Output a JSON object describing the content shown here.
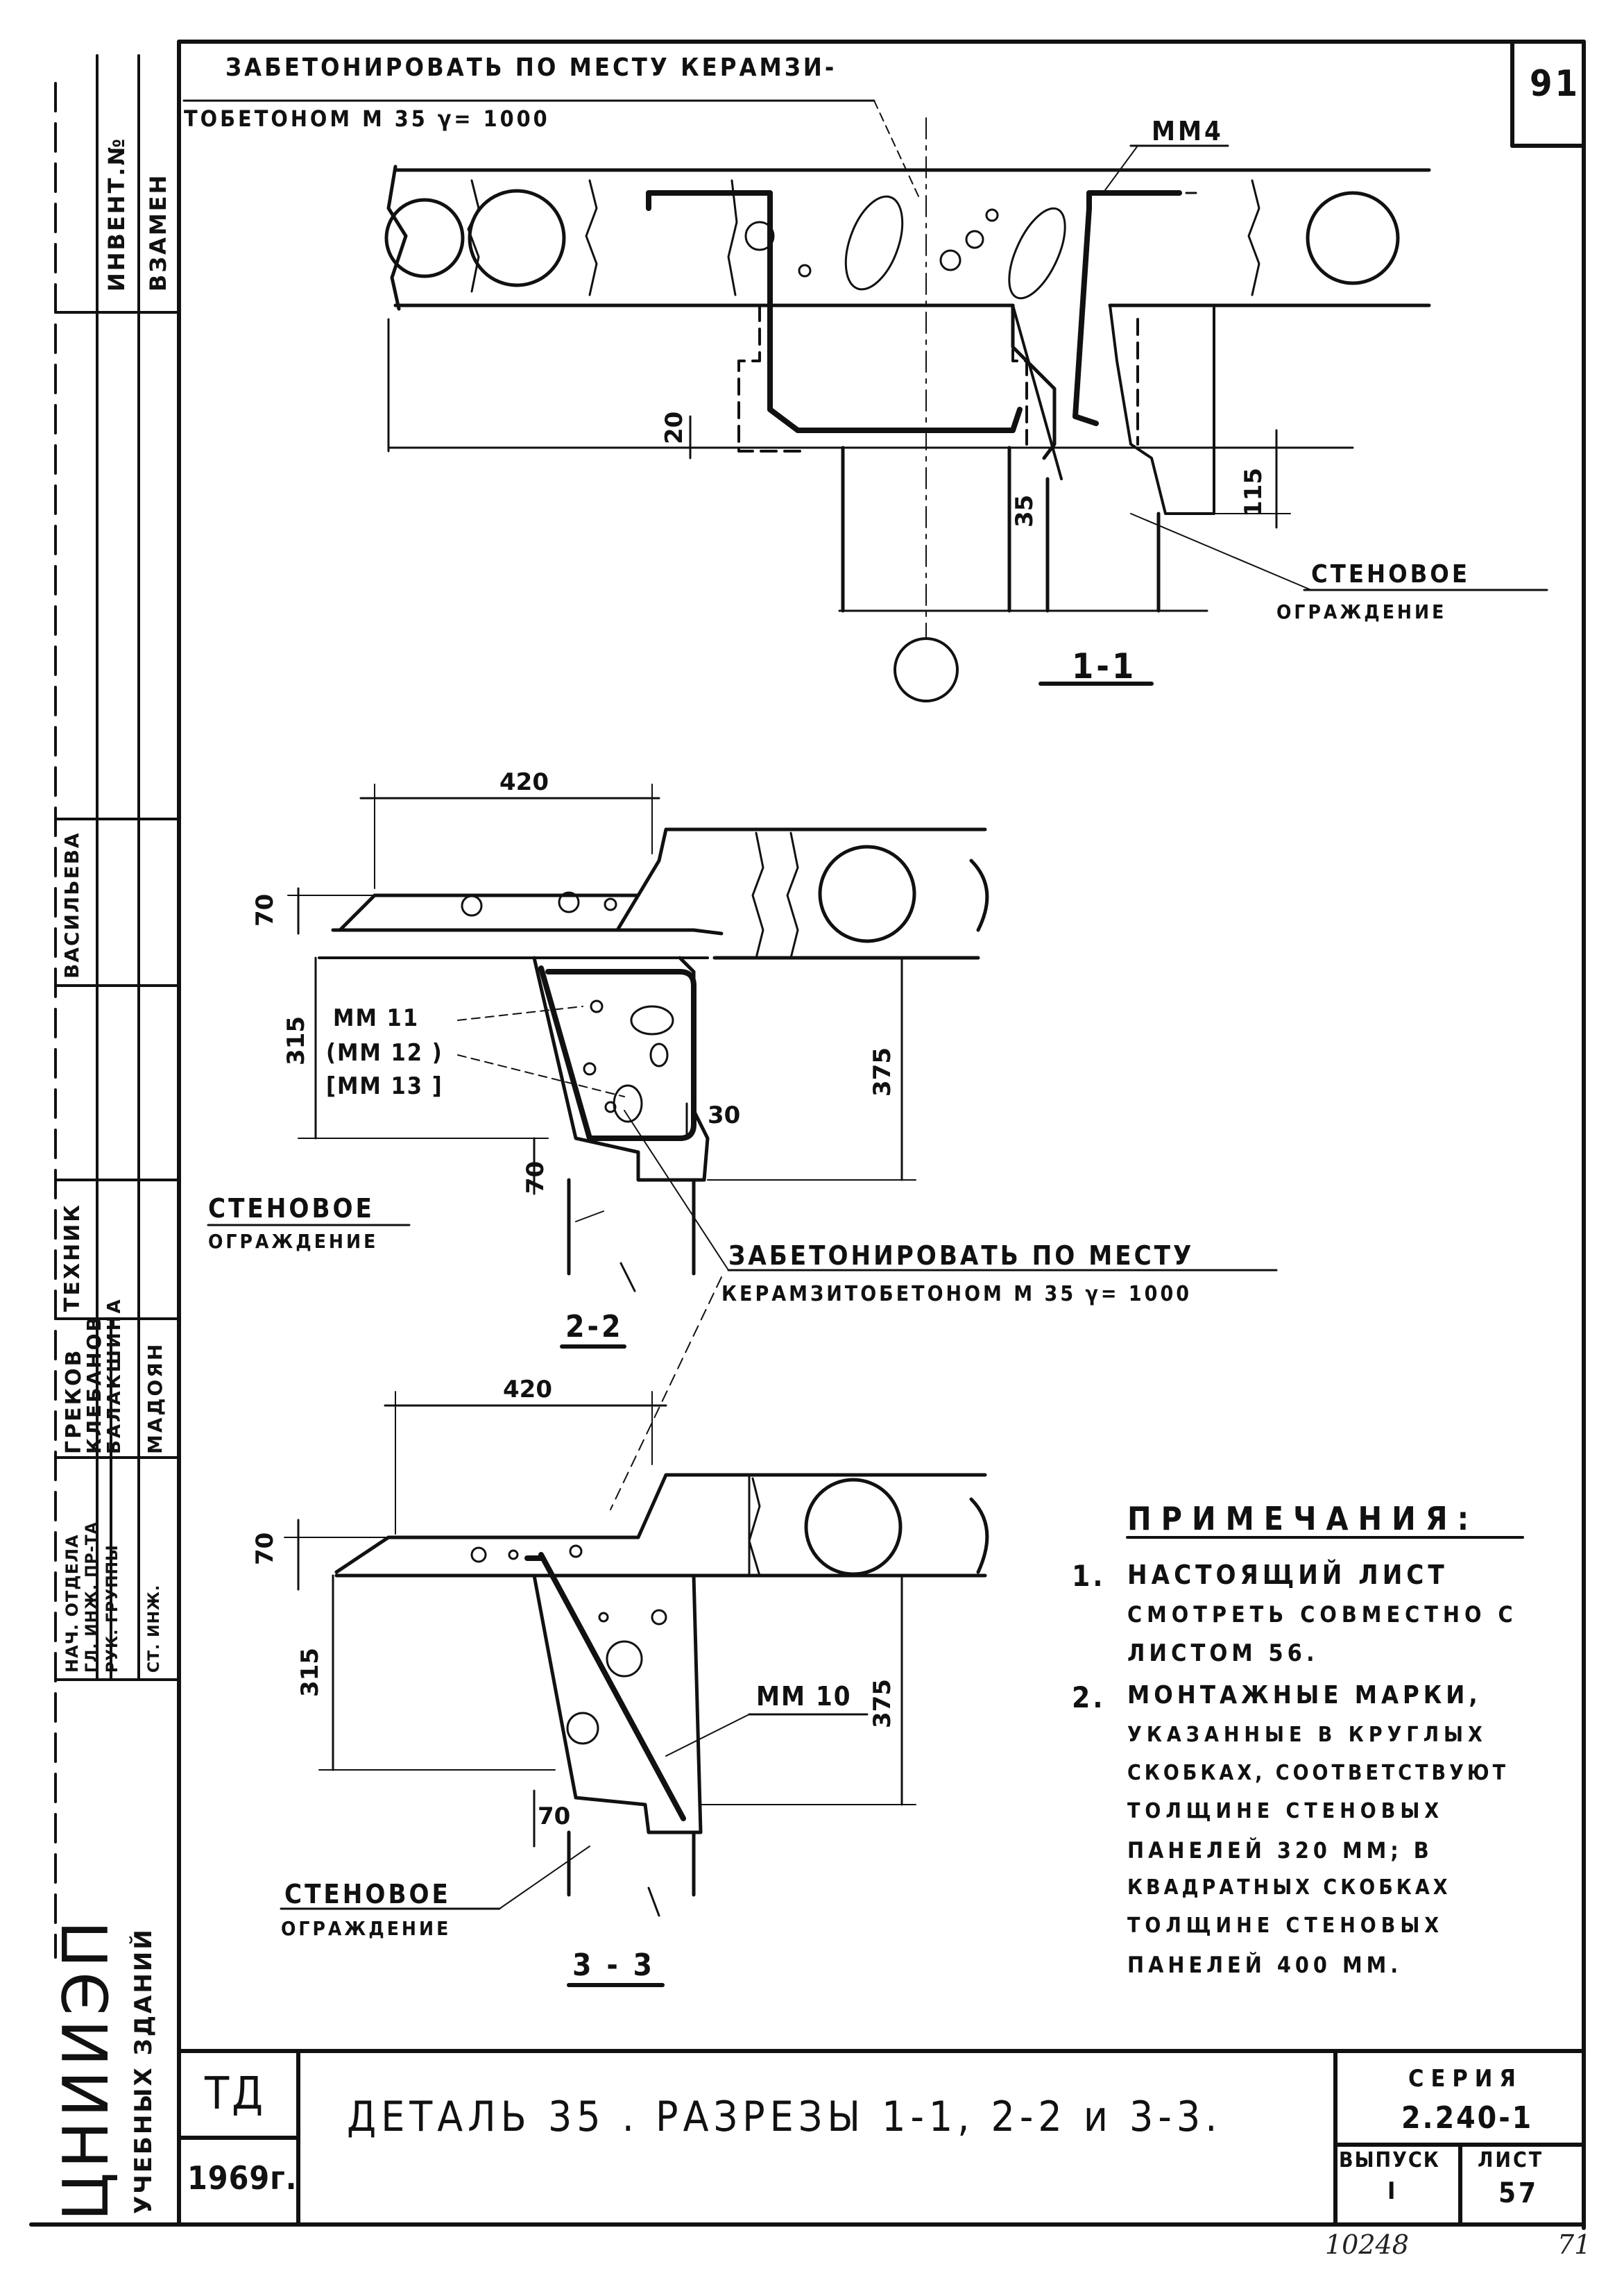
{
  "sheet_number": "91",
  "sections": {
    "s11": {
      "note_line1": "ЗАБЕТОНИРОВАТЬ ПО МЕСТУ КЕРАМЗИ-",
      "note_line2": "ТОБЕТОНОМ  М 35  γ= 1000",
      "mark": "ММ4",
      "dim_20": "20",
      "dim_115": "115",
      "dim_35": "35",
      "wall_label_1": "СТЕНОВОЕ",
      "wall_label_2": "ОГРАЖДЕНИЕ",
      "title": "1-1"
    },
    "s22": {
      "dim_420": "420",
      "dim_70a": "70",
      "dim_315": "315",
      "dim_375": "375",
      "dim_30": "30",
      "dim_70b": "70",
      "mark1": "ММ 11",
      "mark2": "(ММ 12 )",
      "mark3": "[ММ 13 ]",
      "wall_label_1": "СТЕНОВОЕ",
      "wall_label_2": "ОГРАЖДЕНИЕ",
      "note_line1": "ЗАБЕТОНИРОВАТЬ  ПО  МЕСТУ",
      "note_line2": "КЕРАМЗИТОБЕТОНОМ   М 35  γ= 1000",
      "title": "2-2"
    },
    "s33": {
      "dim_420": "420",
      "dim_70a": "70",
      "dim_315": "315",
      "dim_375": "375",
      "dim_70b": "70",
      "mark": "ММ 10",
      "wall_label_1": "СТЕНОВОЕ",
      "wall_label_2": "ОГРАЖДЕНИЕ",
      "title": "3 - 3"
    }
  },
  "notes": {
    "heading": "ПРИМЕЧАНИЯ:",
    "n1_num": "1.",
    "n1_lines": [
      "НАСТОЯЩИЙ  ЛИСТ",
      "СМОТРЕТЬ  СОВМЕСТНО С",
      "ЛИСТОМ 56."
    ],
    "n2_num": "2.",
    "n2_lines": [
      "МОНТАЖНЫЕ    МАРКИ,",
      "УКАЗАННЫЕ  В  КРУГЛЫХ",
      "СКОБКАХ,  СООТВЕТСТВУЮТ",
      "ТОЛЩИНЕ   СТЕНОВЫХ",
      "ПАНЕЛЕЙ  320 ММ;  В",
      "КВАДРАТНЫХ СКОБКАХ",
      "ТОЛЩИНЕ   СТЕНОВЫХ",
      "ПАНЕЛЕЙ  400 ММ."
    ]
  },
  "left_strip": {
    "col1_top": "ИНВЕНТ.№",
    "col2_top": "ВЗАМЕН",
    "name_vasilyeva": "ВАСИЛЬЕВА",
    "role_technik": "ТЕХНИК",
    "names": [
      "ГРЕКОВ",
      "КЛЕБАНОВ",
      "БАЛАКШИНА",
      "МАДОЯН"
    ],
    "roles": [
      "НАЧ. ОТДЕЛА",
      "ГЛ. ИНЖ. ПР-ТА",
      "РУК. ГРУППЫ",
      "СТ. ИНЖ."
    ],
    "org": "ЦНИИЭП",
    "org_sub": "УЧЕБНЫХ ЗДАНИЙ"
  },
  "title_block": {
    "td": "ТД",
    "year": "1969г.",
    "title": "ДЕТАЛЬ 35 . РАЗРЕЗЫ 1-1, 2-2 и 3-3.",
    "series_label": "СЕРИЯ",
    "series_value": "2.240-1",
    "issue_label": "ВЫПУСК",
    "issue_value": "I",
    "sheet_label": "ЛИСТ",
    "sheet_value": "57",
    "inv_number": "10248",
    "corner_number": "71"
  }
}
